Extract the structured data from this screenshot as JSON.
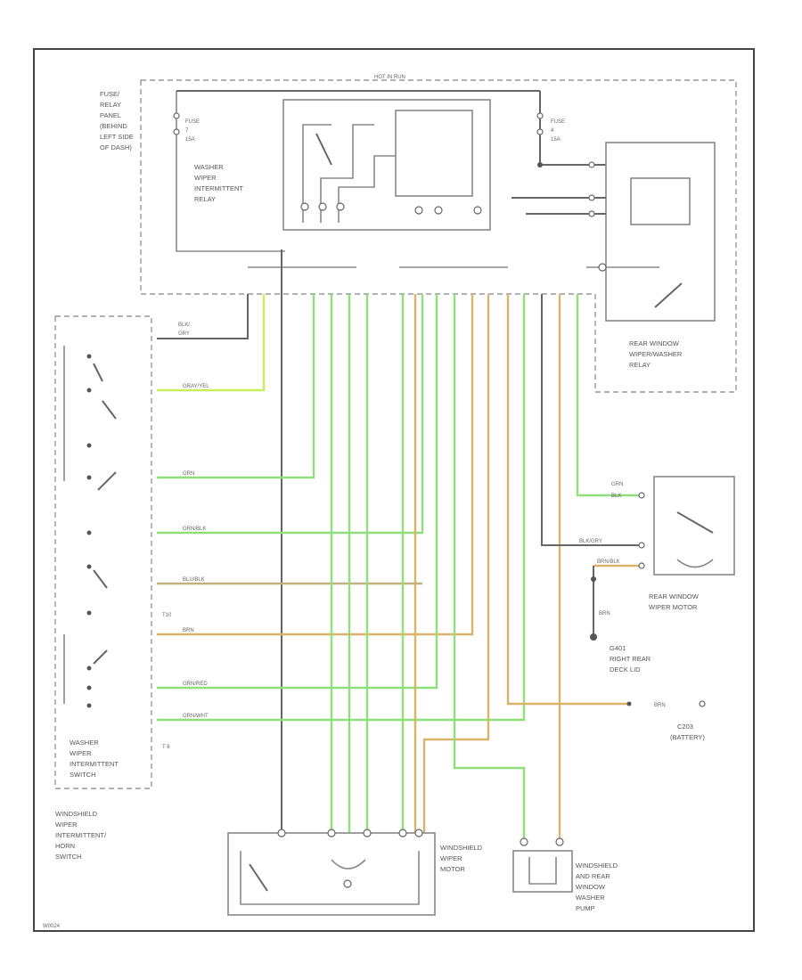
{
  "labels": {
    "fuse_relay_panel": [
      "FUSE/",
      "RELAY",
      "PANEL",
      "(BEHIND",
      "LEFT SIDE",
      "OF DASH)"
    ],
    "hot_at_all_times": "HOT IN RUN",
    "fuse_left": [
      "FUSE",
      "7",
      "15A"
    ],
    "fuse_right": [
      "FUSE",
      "4",
      "15A"
    ],
    "washer_relay": [
      "WASHER",
      "WIPER",
      "INTERMITTENT",
      "RELAY"
    ],
    "rear_relay": [
      "REAR WINDOW",
      "WIPER/WASHER",
      "RELAY"
    ],
    "switch_left": [
      "WASHER",
      "WIPER",
      "INTERMITTENT",
      "SWITCH"
    ],
    "combo_switch": [
      "WINDSHIELD",
      "WIPER",
      "INTERMITTENT/",
      "HORN",
      "SWITCH"
    ],
    "ws_motor": [
      "WINDSHIELD",
      "WIPER",
      "MOTOR"
    ],
    "ws_pump": [
      "WINDSHIELD",
      "AND REAR",
      "WINDOW",
      "WASHER",
      "PUMP"
    ],
    "rear_motor": [
      "REAR WINDOW",
      "WIPER MOTOR"
    ],
    "ground": [
      "G401",
      "RIGHT REAR",
      "DECK LID"
    ],
    "battery": [
      "C203",
      "(BATTERY)"
    ],
    "connector_t10": "T10",
    "connector_t6": "T 6",
    "wire_names": {
      "gry_yel": "GRAY/YEL",
      "grn": "GRN",
      "grn_blk": "GRN/BLK",
      "blu_blk": "BLU/BLK",
      "grn_red": "GRN/RED",
      "grn_wht": "GRN/WHT",
      "brn": "BRN",
      "blk_gry": "BLK/GRY",
      "brn_blk": "BRN/BLK",
      "blk_top": "BLK/",
      "gry_top": "GRY",
      "grn_right": "GRN",
      "blk_right": "BLK",
      "brn_gnd": "BRN"
    },
    "footer_code": "W0024"
  },
  "colors": {
    "frame": "#444444",
    "gray_wire": "#666666",
    "green_wire": "#8fe07a",
    "yellow_green_wire": "#c9ee5a",
    "tan_wire": "#d9b368",
    "olive_wire": "#bfb27a"
  }
}
